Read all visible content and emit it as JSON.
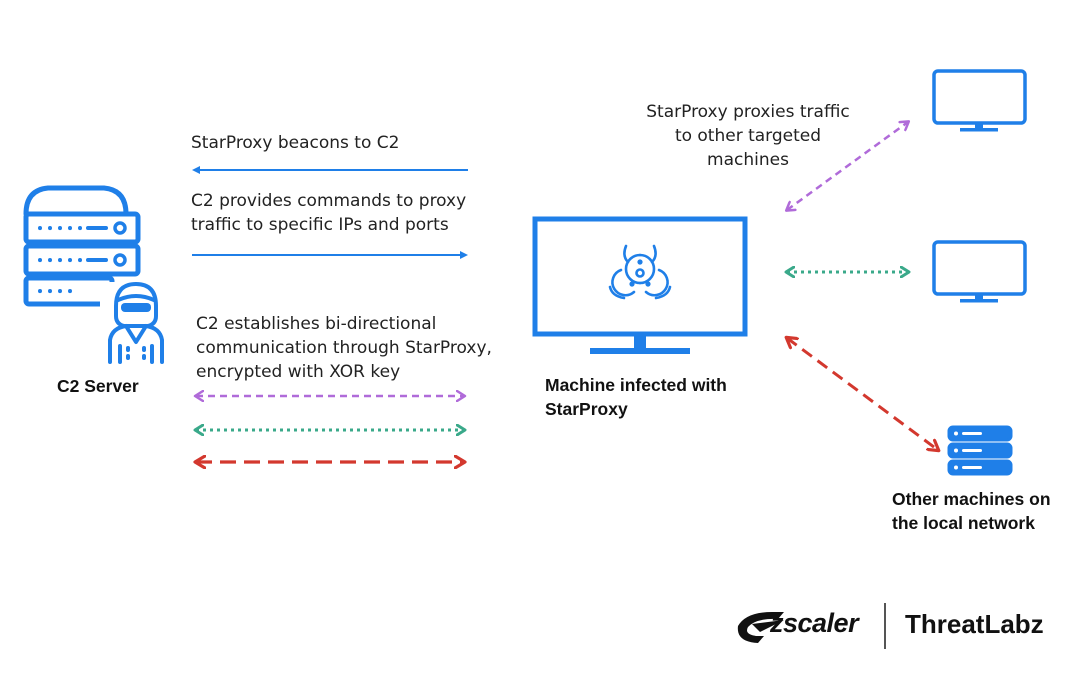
{
  "labels": {
    "beacon": "StarProxy beacons to C2",
    "commands_line1": "C2 provides commands to proxy",
    "commands_line2": "traffic to specific IPs and ports",
    "bidir_line1": "C2 establishes bi-directional",
    "bidir_line2": "communication through StarProxy,",
    "bidir_line3": "encrypted with XOR key",
    "proxies_line1": "StarProxy proxies traffic",
    "proxies_line2": "to other targeted",
    "proxies_line3": "machines",
    "c2_server": "C2 Server",
    "infected_line1": "Machine infected with",
    "infected_line2": "StarProxy",
    "local_line1": "Other machines on",
    "local_line2": "the local network"
  },
  "logo": {
    "zscaler": "zscaler",
    "threatlabz": "ThreatLabz"
  },
  "colors": {
    "icon_blue": "#1f7fe8",
    "purple": "#b06bd9",
    "green": "#3aa98a",
    "red": "#d3382e",
    "text": "#222222"
  },
  "icons": [
    "server-rack-icon",
    "hacker-icon",
    "infected-monitor-icon",
    "biohazard-icon",
    "monitor-icon",
    "small-server-icon",
    "zscaler-logo-icon"
  ]
}
